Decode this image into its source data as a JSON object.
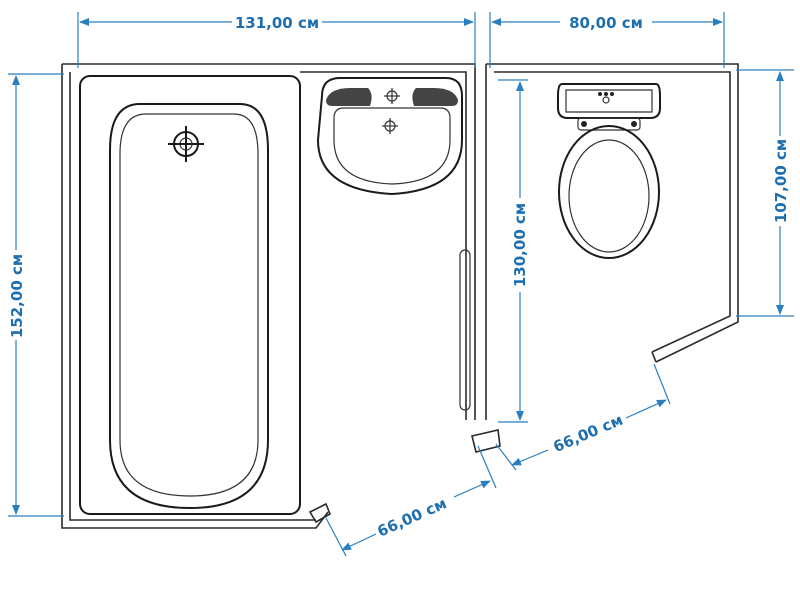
{
  "dimensions": {
    "bath_room_width": "131,00 см",
    "wc_room_width": "80,00 см",
    "bath_room_height": "152,00 см",
    "wc_partition_length": "130,00 см",
    "wc_right_wall": "107,00 см",
    "bath_room_door": "66,00 см",
    "wc_room_door": "66,00 см"
  },
  "colors": {
    "dimension": "#2a7fc0",
    "lines": "#1a1a1a"
  },
  "icons": [
    "bathtub-icon",
    "sink-icon",
    "toilet-icon",
    "drain-icon",
    "faucet-icon"
  ]
}
